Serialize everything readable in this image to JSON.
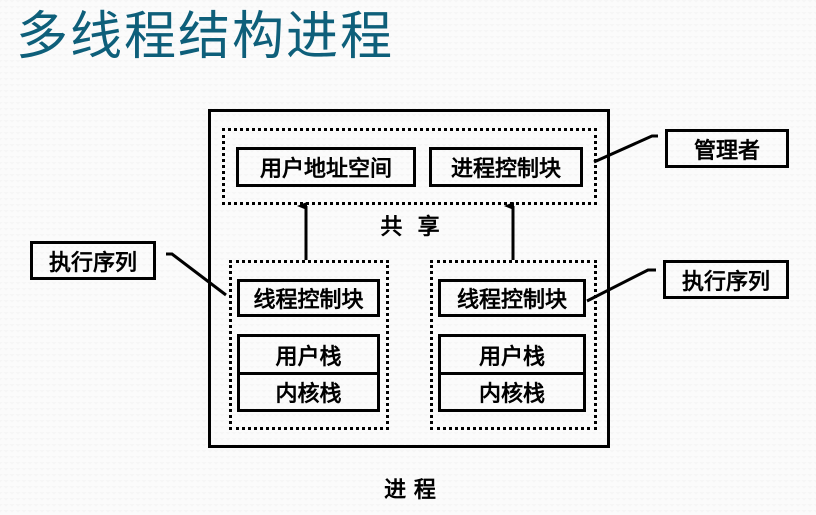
{
  "title": "多线程结构进程",
  "colors": {
    "title": "#0e5f7a",
    "line": "#000000"
  },
  "process": {
    "caption": "进 程",
    "shared": {
      "caption": "共  享",
      "user_address_space": "用户地址空间",
      "process_control_block": "进程控制块"
    },
    "threads": [
      {
        "control_block": "线程控制块",
        "user_stack": "用户栈",
        "kernel_stack": "内核栈"
      },
      {
        "control_block": "线程控制块",
        "user_stack": "用户栈",
        "kernel_stack": "内核栈"
      }
    ]
  },
  "callouts": {
    "manager": "管理者",
    "execution_sequence_left": "执行序列",
    "execution_sequence_right": "执行序列"
  }
}
